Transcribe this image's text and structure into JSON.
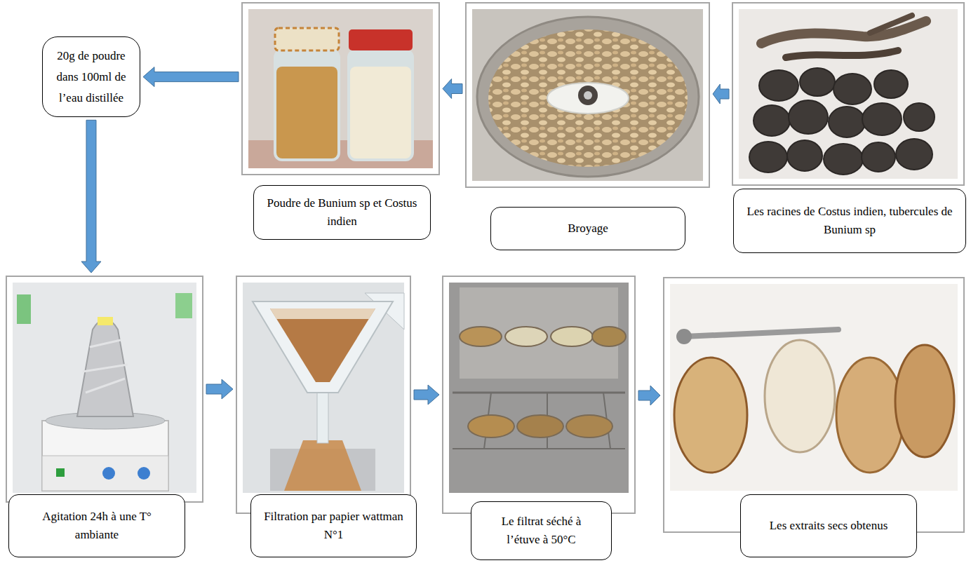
{
  "diagram": {
    "nodes": [
      {
        "text": [
          "Les racines de Costus indien, tubercules de Bunium sp"
        ]
      },
      {
        "text": [
          "Broyage"
        ]
      },
      {
        "text": [
          "Poudre de Bunium sp et Costus indien"
        ]
      },
      {
        "text": [
          "20g de poudre dans 100ml de l’eau distillée"
        ]
      },
      {
        "text": [
          "Agitation 24h à une T° ambiante"
        ]
      },
      {
        "text": [
          "Filtration par papier wattman N°1"
        ]
      },
      {
        "text": [
          "Le filtrat séché à l’étuve à 50°C"
        ]
      },
      {
        "text": [
          "Les extraits secs obtenus"
        ]
      }
    ],
    "edges": [
      {
        "from": 0,
        "to": 1,
        "arrow": "to"
      },
      {
        "from": 1,
        "to": 2,
        "arrow": "to"
      },
      {
        "from": 2,
        "to": 3,
        "arrow": "to"
      },
      {
        "from": 3,
        "to": 4,
        "arrow": "to"
      },
      {
        "from": 4,
        "to": 5,
        "arrow": "to"
      },
      {
        "from": 5,
        "to": 6,
        "arrow": "to"
      },
      {
        "from": 6,
        "to": 7,
        "arrow": "to"
      }
    ]
  }
}
